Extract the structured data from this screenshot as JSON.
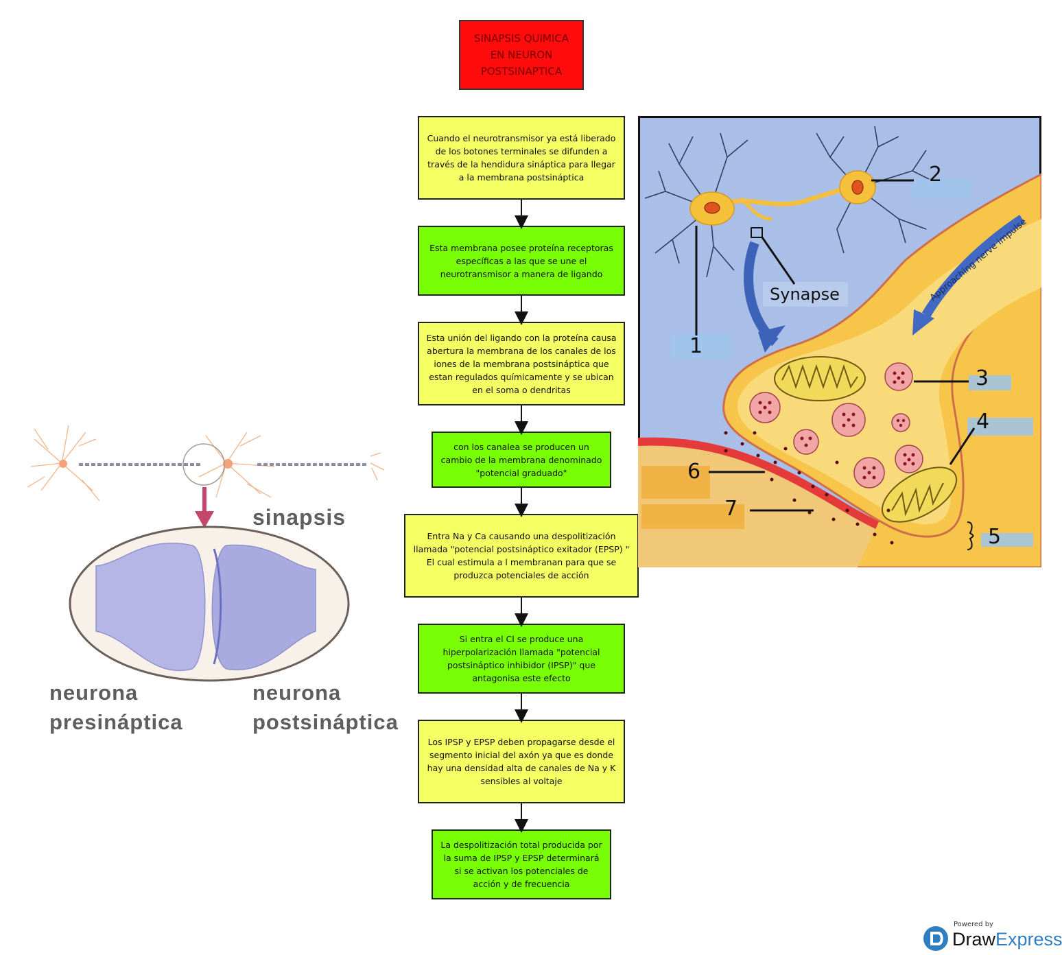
{
  "title_box": "SINAPSIS QUIMICA EN NEURON POSTSINAPTICA",
  "steps": [
    "Cuando el neurotransmisor ya está liberado de los botones terminales se difunden a través de la hendidura sináptica para llegar a la membrana postsináptica",
    "Esta membrana  posee proteína receptoras específicas a las que se une el neurotransmisor a manera de ligando",
    "Esta unión del ligando  con la proteína causa abertura  la membrana de los canales de los iones de la membrana postsináptica que estan regulados químicamente y se ubican en el soma o dendritas",
    "con los canalea se producen un cambio de la membrana denominado \"potencial graduado\"",
    "Entra Na y Ca  causando una despolitización llamada \"potencial postsináptico exitador (EPSP) \" El cual estimula a l membranan para que se produzca potenciales de acción",
    "Si entra el Cl se produce una hiperpolarización llamada  \"potencial postsináptico inhibidor (IPSP)\" que antagonisa este efecto",
    "Los IPSP y EPSP deben  propagarse desde el segmento inicial del axón ya que es donde hay una densidad alta de canales de Na y K sensibles al voltaje",
    "La despolitización total producida por la suma de IPSP y EPSP determinará si se activan los potenciales de acción y de frecuencia"
  ],
  "left_figure": {
    "label_sinapsis": "sinapsis",
    "label_pre_1": "neurona",
    "label_pre_2": "presináptica",
    "label_post_1": "neurona",
    "label_post_2": "postsináptica"
  },
  "right_figure": {
    "synapse_label": "Synapse",
    "impulse_label": "Approaching nerve impulse",
    "numbers": [
      "1",
      "2",
      "3",
      "4",
      "5",
      "6",
      "7"
    ]
  },
  "branding": {
    "powered": "Powered by",
    "draw": "Draw",
    "express": "Express"
  },
  "colors": {
    "yellow_box": "#f3ff62",
    "green_box": "#78ff05",
    "red_box": "#ff0c0c",
    "diagram_bg": "#a9bfe8",
    "neuron_yellow": "#f7c23c"
  }
}
